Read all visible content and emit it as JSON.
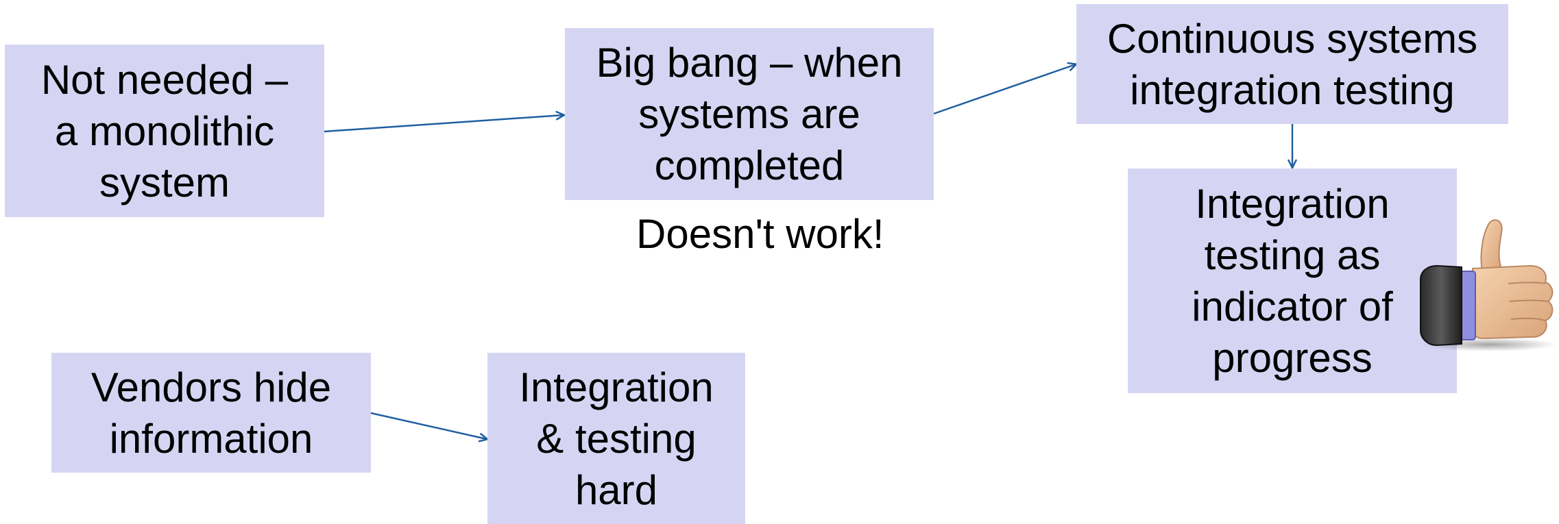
{
  "diagram": {
    "boxes": {
      "not_needed": "Not needed –\na monolithic\nsystem",
      "big_bang": "Big bang – when\nsystems are\ncompleted",
      "continuous": "Continuous systems\nintegration testing",
      "indicator": "Integration\ntesting as\nindicator of\nprogress",
      "vendors": "Vendors hide\ninformation",
      "integration_hard": "Integration\n& testing\nhard"
    },
    "notes": {
      "doesnt_work": "Doesn't work!"
    },
    "icons": {
      "thumbs_up": "thumbs-up-icon"
    },
    "colors": {
      "box_fill": "#d5d5f3",
      "arrow": "#1f5fa0",
      "text": "#000000"
    }
  }
}
